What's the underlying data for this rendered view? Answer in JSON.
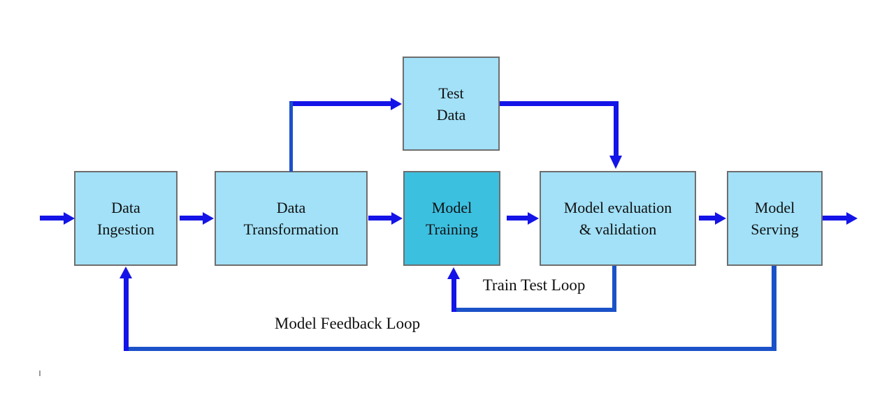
{
  "diagram": {
    "type": "flowchart",
    "colors": {
      "node_fill_light": "#a2e1f8",
      "node_fill_accent": "#3cc0e0",
      "node_border": "#6e6e6e",
      "arrow_bright_blue": "#1414e8",
      "loop_line_blue": "#1c52c8",
      "text": "#101010",
      "background": "#ffffff"
    },
    "nodes": [
      {
        "id": "test_data",
        "line1": "Test",
        "line2": "Data",
        "fill": "#a2e1f8"
      },
      {
        "id": "data_ingestion",
        "line1": "Data",
        "line2": "Ingestion",
        "fill": "#a2e1f8"
      },
      {
        "id": "data_transformation",
        "line1": "Data",
        "line2": "Transformation",
        "fill": "#a2e1f8"
      },
      {
        "id": "model_training",
        "line1": "Model",
        "line2": "Training",
        "fill": "#3cc0e0"
      },
      {
        "id": "model_evaluation",
        "line1": "Model evaluation",
        "line2": "& validation",
        "fill": "#a2e1f8"
      },
      {
        "id": "model_serving",
        "line1": "Model",
        "line2": "Serving",
        "fill": "#a2e1f8"
      }
    ],
    "edges": [
      {
        "from": "external_input",
        "to": "data_ingestion"
      },
      {
        "from": "data_ingestion",
        "to": "data_transformation"
      },
      {
        "from": "data_transformation",
        "to": "model_training"
      },
      {
        "from": "data_transformation",
        "to": "test_data"
      },
      {
        "from": "test_data",
        "to": "model_evaluation"
      },
      {
        "from": "model_training",
        "to": "model_evaluation"
      },
      {
        "from": "model_evaluation",
        "to": "model_serving"
      },
      {
        "from": "model_serving",
        "to": "external_output"
      },
      {
        "from": "model_evaluation",
        "to": "model_training",
        "label": "Train Test Loop"
      },
      {
        "from": "model_serving",
        "to": "data_ingestion",
        "label": "Model Feedback Loop"
      }
    ],
    "labels": {
      "train_test_loop": "Train Test Loop",
      "model_feedback_loop": "Model Feedback Loop"
    }
  }
}
